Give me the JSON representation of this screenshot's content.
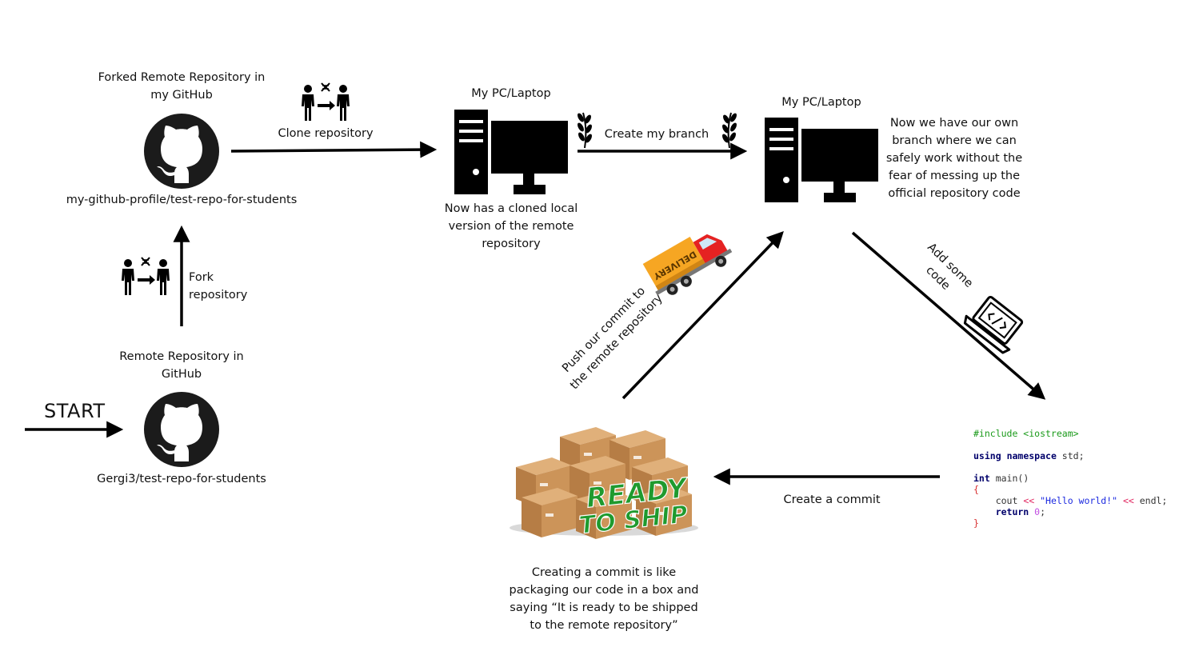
{
  "labels": {
    "forked_repo_title": "Forked Remote Repository in my GitHub",
    "forked_repo_path": "my-github-profile/test-repo-for-students",
    "clone_step": "Clone repository",
    "pc1_title": "My PC/Laptop",
    "pc1_caption": "Now has a cloned local version of the remote repository",
    "branch_step": "Create my branch",
    "pc2_title": "My PC/Laptop",
    "pc2_caption": "Now we have our own branch where we can safely work without the fear of messing up the official repository code",
    "fork_step": "Fork repository",
    "remote_repo_title": "Remote Repository in GitHub",
    "remote_repo_path": "Gergi3/test-repo-for-students",
    "start": "START",
    "push_step": "Push our commit to the remote repository",
    "add_code_step": "Add some code",
    "commit_step": "Create a commit",
    "commit_caption": "Creating a commit is like packaging our code in a box and saying “It is ready to be shipped to the remote repository”",
    "truck_text": "DELIVERY",
    "boxes_line1": "READY",
    "boxes_line2": "TO SHIP"
  },
  "code_snippet": {
    "line1": "#include <iostream>",
    "line2_kw1": "using",
    "line2_kw2": "namespace",
    "line2_rest": " std;",
    "line3_kw": "int",
    "line3_rest": " main()",
    "line4": "{",
    "line5_pre": "    cout ",
    "line5_op1": "<<",
    "line5_str": " \"Hello world!\" ",
    "line5_op2": "<<",
    "line5_post": " endl;",
    "line6_kw": "    return",
    "line6_num": " 0",
    "line6_post": ";",
    "line7": "}"
  },
  "colors": {
    "arrow": "#000000",
    "truck_cab": "#e52222",
    "truck_box": "#f6a623",
    "box": "#c98f55",
    "ship_green": "#1f9a2e"
  }
}
